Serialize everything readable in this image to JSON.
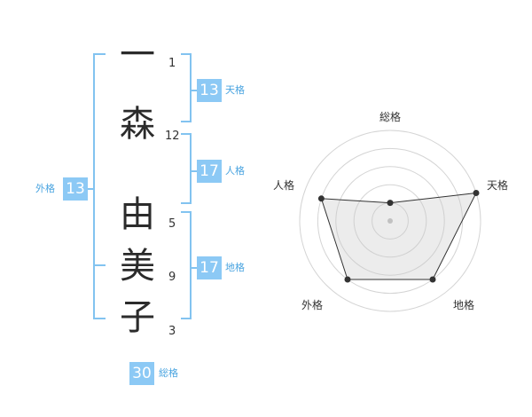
{
  "name": {
    "chars": [
      {
        "char": "一",
        "strokes": "1"
      },
      {
        "char": "森",
        "strokes": "12"
      },
      {
        "char": "由",
        "strokes": "5"
      },
      {
        "char": "美",
        "strokes": "9"
      },
      {
        "char": "子",
        "strokes": "3"
      }
    ]
  },
  "kaku": {
    "ten": {
      "label": "天格",
      "value": "13"
    },
    "jin": {
      "label": "人格",
      "value": "17"
    },
    "chi": {
      "label": "地格",
      "value": "17"
    },
    "gai": {
      "label": "外格",
      "value": "13"
    },
    "sou": {
      "label": "総格",
      "value": "30"
    }
  },
  "colors": {
    "bracket": "#82c3f0",
    "badge": "#8cc9f5",
    "caption": "#4aa4e0"
  },
  "chart_data": {
    "type": "radar",
    "axes": [
      "総格",
      "天格",
      "地格",
      "外格",
      "人格"
    ],
    "values": [
      1,
      5,
      4,
      4,
      4
    ],
    "rmax": 5,
    "rings": 5
  }
}
